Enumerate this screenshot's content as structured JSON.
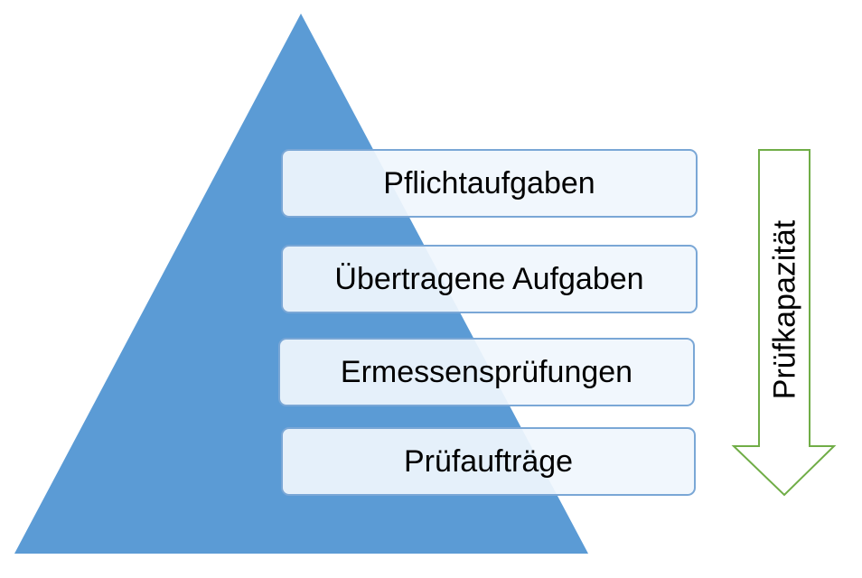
{
  "diagram": {
    "levels": [
      {
        "label": "Pflichtaufgaben"
      },
      {
        "label": "Übertragene Aufgaben"
      },
      {
        "label": "Ermessensprüfungen"
      },
      {
        "label": "Prüfaufträge"
      }
    ],
    "arrow_label": "Prüfkapazität",
    "colors": {
      "pyramid_fill": "#5b9bd5",
      "box_fill": "#f0f6fd",
      "box_border": "#7aa7d6",
      "arrow_border": "#70ad47",
      "arrow_fill": "#ffffff",
      "text": "#000000"
    }
  }
}
